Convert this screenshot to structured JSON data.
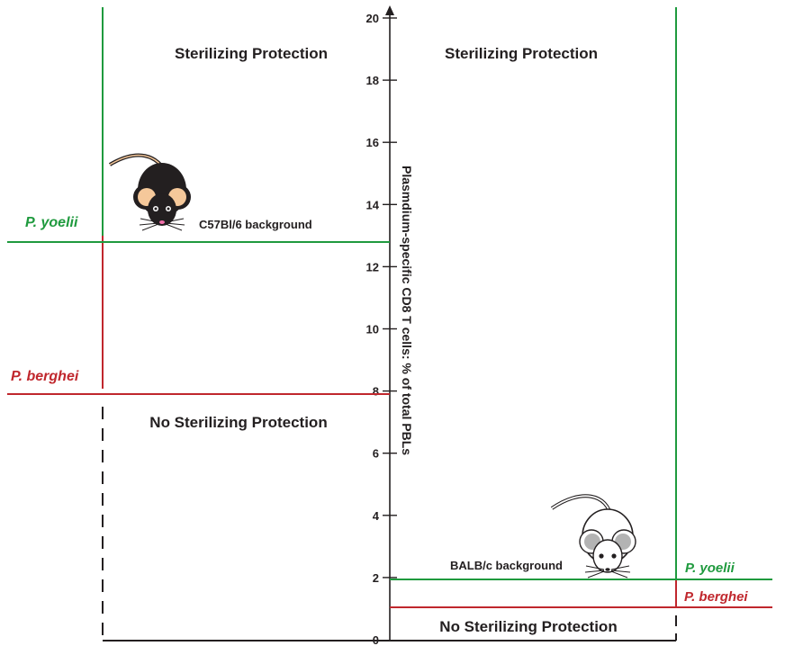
{
  "axis": {
    "label": "Plasmdium-specific CD8 T cells: % of total PBLs",
    "ticks": [
      {
        "value": 0,
        "label": "0"
      },
      {
        "value": 2,
        "label": "2"
      },
      {
        "value": 4,
        "label": "4"
      },
      {
        "value": 6,
        "label": "6"
      },
      {
        "value": 8,
        "label": "8"
      },
      {
        "value": 10,
        "label": "10"
      },
      {
        "value": 12,
        "label": "12"
      },
      {
        "value": 14,
        "label": "14"
      },
      {
        "value": 16,
        "label": "16"
      },
      {
        "value": 18,
        "label": "18"
      },
      {
        "value": 20,
        "label": "20"
      }
    ],
    "range": [
      0,
      20
    ]
  },
  "left_panel": {
    "strain": "C57Bl/6 background",
    "top_label": "Sterilizing Protection",
    "bottom_label": "No Sterilizing Protection",
    "thresholds": [
      {
        "name": "P. yoelii",
        "value": 12.8,
        "color": "#1f9a3e"
      },
      {
        "name": "P. berghei",
        "value": 7.9,
        "color": "#c0272d"
      }
    ]
  },
  "right_panel": {
    "strain": "BALB/c background",
    "top_label": "Sterilizing Protection",
    "bottom_label": "No Sterilizing Protection",
    "thresholds": [
      {
        "name": "P. yoelii",
        "value": 1.95,
        "color": "#1f9a3e"
      },
      {
        "name": "P. berghei",
        "value": 1.05,
        "color": "#c0272d"
      }
    ]
  },
  "colors": {
    "green": "#1f9a3e",
    "red": "#c0272d",
    "black": "#231f20",
    "mouse_ear": "#f5c89a"
  },
  "icons": [
    "black-mouse-icon",
    "white-mouse-icon"
  ]
}
